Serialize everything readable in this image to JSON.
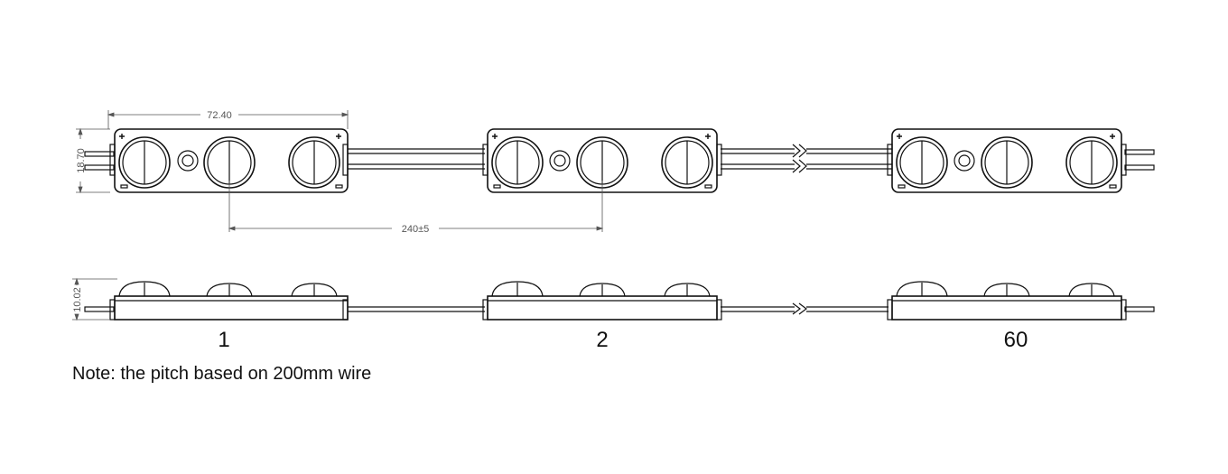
{
  "diagram": {
    "dimensions": {
      "module_length": "72.40",
      "module_width": "18.70",
      "pitch": "240±5",
      "module_height": "10.02"
    },
    "module_labels": [
      "1",
      "2",
      "60"
    ],
    "note": "Note: the pitch based on 200mm wire",
    "colors": {
      "line": "#111111",
      "dimension": "#555555",
      "background": "#ffffff"
    }
  }
}
